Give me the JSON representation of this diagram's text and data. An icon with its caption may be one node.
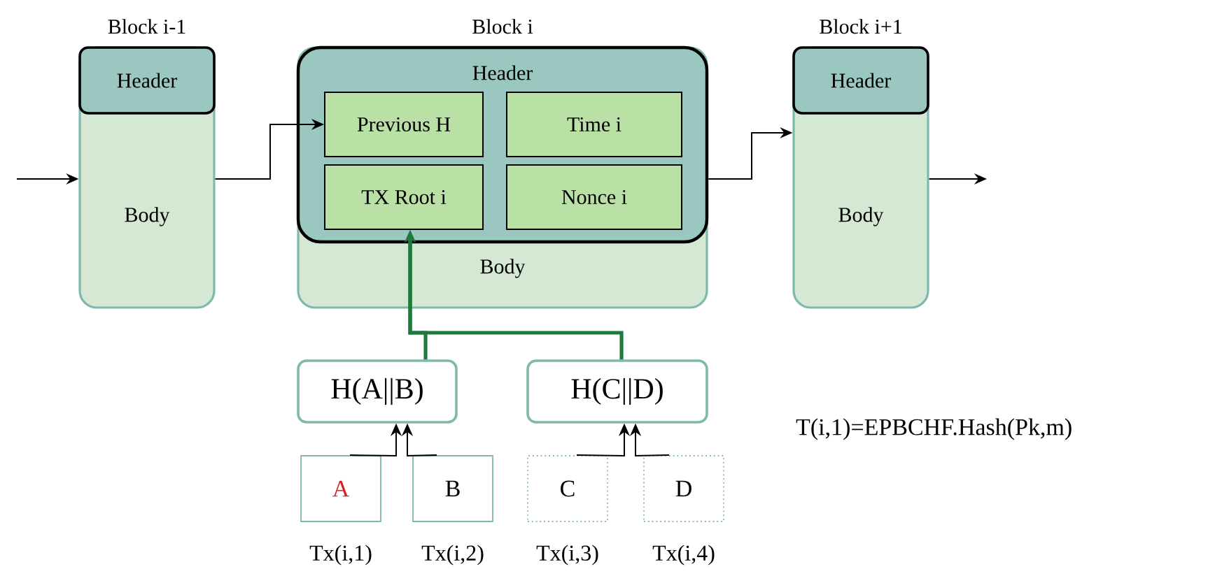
{
  "diagram": {
    "nodes": [
      {
        "text": [
          "Block i-1",
          "Body"
        ]
      },
      {
        "text": [
          "Header"
        ],
        "in": 0
      },
      {
        "text": [
          "Block i",
          "Body"
        ]
      },
      {
        "text": [
          "Header"
        ],
        "in": 2
      },
      {
        "text": [
          "Previous H"
        ],
        "in": 3
      },
      {
        "text": [
          "Time i"
        ],
        "in": 3
      },
      {
        "text": [
          "TX Root i"
        ],
        "in": 3
      },
      {
        "text": [
          "Nonce i"
        ],
        "in": 3
      },
      {
        "text": [
          "Block i+1",
          "Body"
        ]
      },
      {
        "text": [
          "Header"
        ],
        "in": 8
      },
      {
        "text": [
          "H(A||B)"
        ]
      },
      {
        "text": [
          "H(C||D)"
        ]
      },
      {
        "text": [
          "A"
        ],
        "beside": [
          "Tx(i,1)"
        ]
      },
      {
        "text": [
          "B"
        ],
        "beside": [
          "Tx(i,2)"
        ]
      },
      {
        "text": [
          "C"
        ],
        "beside": [
          "Tx(i,3)"
        ]
      },
      {
        "text": [
          "D"
        ],
        "beside": [
          "Tx(i,4)"
        ]
      }
    ],
    "edges": [
      {
        "from": null,
        "to": 0,
        "arrow": "to"
      },
      {
        "from": 0,
        "to": 4,
        "arrow": "to"
      },
      {
        "from": 3,
        "to": 8,
        "arrow": "to"
      },
      {
        "from": 8,
        "to": null,
        "arrow": "to"
      },
      {
        "from": 10,
        "to": 6,
        "arrow": "to",
        "style": "thick",
        "color": "#1e7a3c"
      },
      {
        "from": 11,
        "to": 6,
        "arrow": "to",
        "style": "thick",
        "color": "#1e7a3c"
      },
      {
        "from": 12,
        "to": 10,
        "arrow": "to"
      },
      {
        "from": 13,
        "to": 10,
        "arrow": "to"
      },
      {
        "from": 14,
        "to": 11,
        "arrow": "to"
      },
      {
        "from": 15,
        "to": 11,
        "arrow": "to"
      }
    ],
    "labels": [
      "T(i,1)=EPBCHF.Hash(Pk,m)"
    ]
  }
}
